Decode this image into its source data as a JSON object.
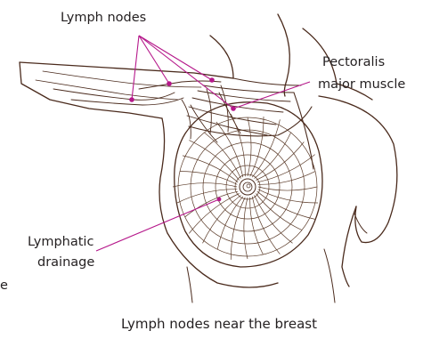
{
  "labels": {
    "lymph_nodes": "Lymph nodes",
    "pectoralis_line1": "Pectoralis",
    "pectoralis_line2": "major muscle",
    "lymphatic_line1": "Lymphatic",
    "lymphatic_line2": "drainage",
    "stray": "e"
  },
  "caption": "Lymph nodes near the breast",
  "colors": {
    "leader": "#b5178a",
    "node": "#b5178a",
    "ink": "#4a2a1c",
    "text": "#231f20"
  }
}
